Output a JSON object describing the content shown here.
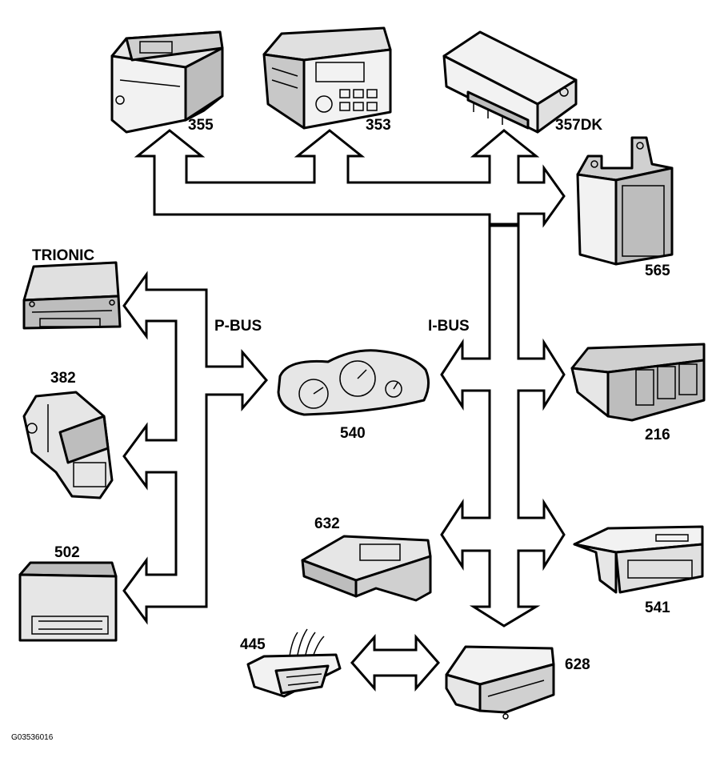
{
  "labels": {
    "dev_355": "355",
    "dev_353": "353",
    "dev_357dk": "357DK",
    "dev_565": "565",
    "dev_trionic": "TRIONIC",
    "dev_382": "382",
    "dev_502": "502",
    "dev_540": "540",
    "dev_216": "216",
    "dev_632": "632",
    "dev_541": "541",
    "dev_445": "445",
    "dev_628": "628",
    "pbus": "P-BUS",
    "ibus": "I-BUS"
  },
  "figure_code": "G03536016",
  "colors": {
    "line": "#000000",
    "device_fill": "#f2f2f2",
    "device_shade": "#bdbdbd",
    "background": "#ffffff"
  }
}
